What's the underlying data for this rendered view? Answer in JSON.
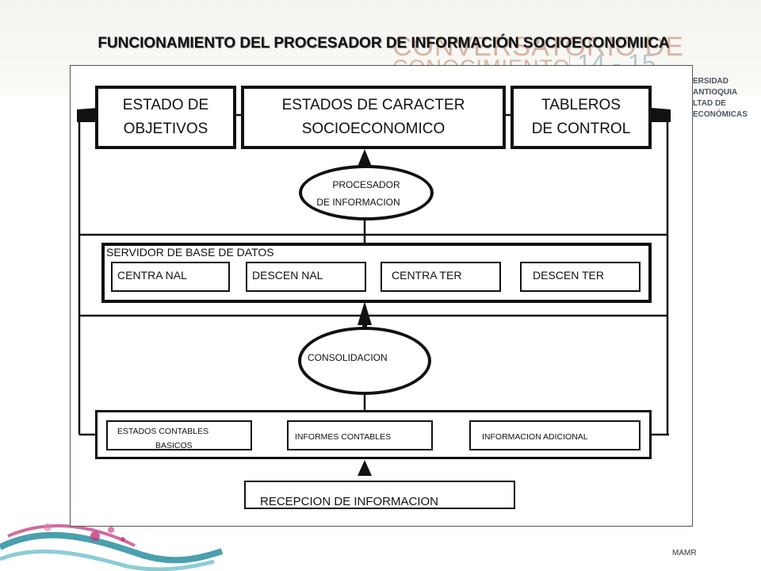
{
  "title": "FUNCIONAMIENTO DEL PROCESADOR DE INFORMACIÓN SOCIOECONOMIICA",
  "watermark": {
    "line1": "CONVERSATORIO DE",
    "line2": "CONOCIMIENTO",
    "years": "14 - 15"
  },
  "university": {
    "line1": "ERSIDAD",
    "line2": "ANTIOQUIA",
    "line3": "LTAD DE",
    "line4": "ECONÓMICAS"
  },
  "diagram": {
    "estado_objetivos": "ESTADO DE\nOBJETIVOS",
    "estados_caracter": "ESTADOS  DE  CARACTER\nSOCIOECONOMICO",
    "tableros": "TABLEROS\nDE CONTROL",
    "procesador_line1": "PROCESADOR",
    "procesador_line2": "DE INFORMACION",
    "servidor": "SERVIDOR DE BASE DE DATOS",
    "centra_nal": "CENTRA NAL",
    "descen_nal": "DESCEN NAL",
    "centra_ter": "CENTRA TER",
    "descen_ter": "DESCEN TER",
    "consolidacion": "CONSOLIDACION",
    "estados_contables_line1": "ESTADOS CONTABLES",
    "estados_contables_line2": "BASICOS",
    "informes_contables": "INFORMES CONTABLES",
    "informacion_adicional": "INFORMACION ADICIONAL",
    "recepcion": "RECEPCION  DE INFORMACION"
  },
  "footer": {
    "author": "MAMR"
  },
  "colors": {
    "line": "#111111",
    "watermark": "#d9b4a0",
    "wave_teal": "#2a8fa0",
    "wave_pink": "#c0397e"
  }
}
